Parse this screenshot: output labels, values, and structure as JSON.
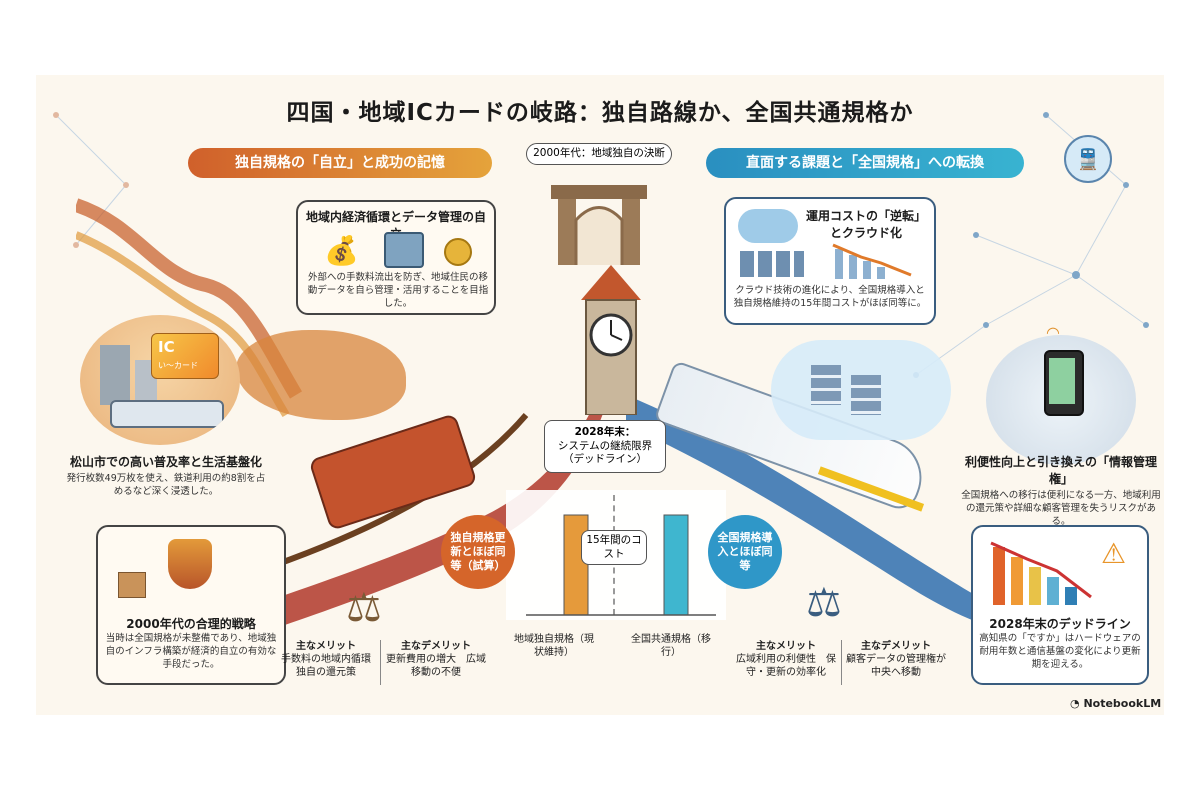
{
  "title": "四国・地域ICカードの岐路：独自路線か、全国共通規格か",
  "left_banner": "独自規格の「自立」と成功の記憶",
  "right_banner": "直面する課題と「全国規格」への転換",
  "top_callout": "2000年代：地域独自の決断",
  "card_independence": {
    "heading": "地域内経済循環とデータ管理の自立",
    "body": "外部への手数料流出を防ぎ、地域住民の移動データを自ら管理・活用することを目指した。"
  },
  "ic_card_label": "IC",
  "ic_card_sub": "い～カード",
  "matsuyama": {
    "heading": "松山市での高い普及率と生活基盤化",
    "body": "発行枚数49万枚を使え、鉄道利用の約8割を占めるなど深く浸透した。"
  },
  "strategy_card": {
    "heading": "2000年代の合理的戦略",
    "body": "当時は全国規格が未整備であり、地域独自のインフラ構築が経済的自立の有効な手段だった。"
  },
  "deadline_box": {
    "line1": "2028年末：",
    "line2": "システムの継続限界",
    "line3": "（デッドライン）"
  },
  "cost_chart": {
    "left_circle": "独自規格更新とほぼ同等（試算）",
    "right_circle": "全国規格導入とほぼ同等",
    "center_label": "15年間のコスト",
    "bar_left_label": "地域独自規格（現状維持）",
    "bar_right_label": "全国共通規格（移行）"
  },
  "chart_data": {
    "type": "bar",
    "categories": [
      "地域独自規格（現状維持）",
      "全国共通規格（移行）"
    ],
    "values": [
      1,
      1
    ],
    "title": "15年間のコスト"
  },
  "left_merit": {
    "heading": "主なメリット",
    "body": "手数料の地域内循環　独自の還元策"
  },
  "left_demerit": {
    "heading": "主なデメリット",
    "body": "更新費用の増大　広域移動の不便"
  },
  "right_merit": {
    "heading": "主なメリット",
    "body": "広域利用の利便性　保守・更新の効率化"
  },
  "right_demerit": {
    "heading": "主なデメリット",
    "body": "顧客データの管理権が中央へ移動"
  },
  "cloud_card": {
    "heading": "運用コストの「逆転」とクラウド化",
    "body": "クラウド技術の進化により、全国規格導入と独自規格維持の15年間コストがほぼ同等に。"
  },
  "convenience": {
    "heading": "利便性向上と引き換えの「情報管理権」",
    "body": "全国規格への移行は便利になる一方、地域利用の還元策や詳細な顧客管理を失うリスクがある。"
  },
  "deadline_card": {
    "heading": "2028年末のデッドライン",
    "body": "高知県の「ですか」はハードウェアの耐用年数と通信基盤の変化により更新期を迎える。"
  },
  "brand": "NotebookLM",
  "colors": {
    "left_accent": "#c8642a",
    "right_accent": "#2f97c8",
    "left_bar": "#e59a3b",
    "right_bar": "#3fb6cf"
  }
}
